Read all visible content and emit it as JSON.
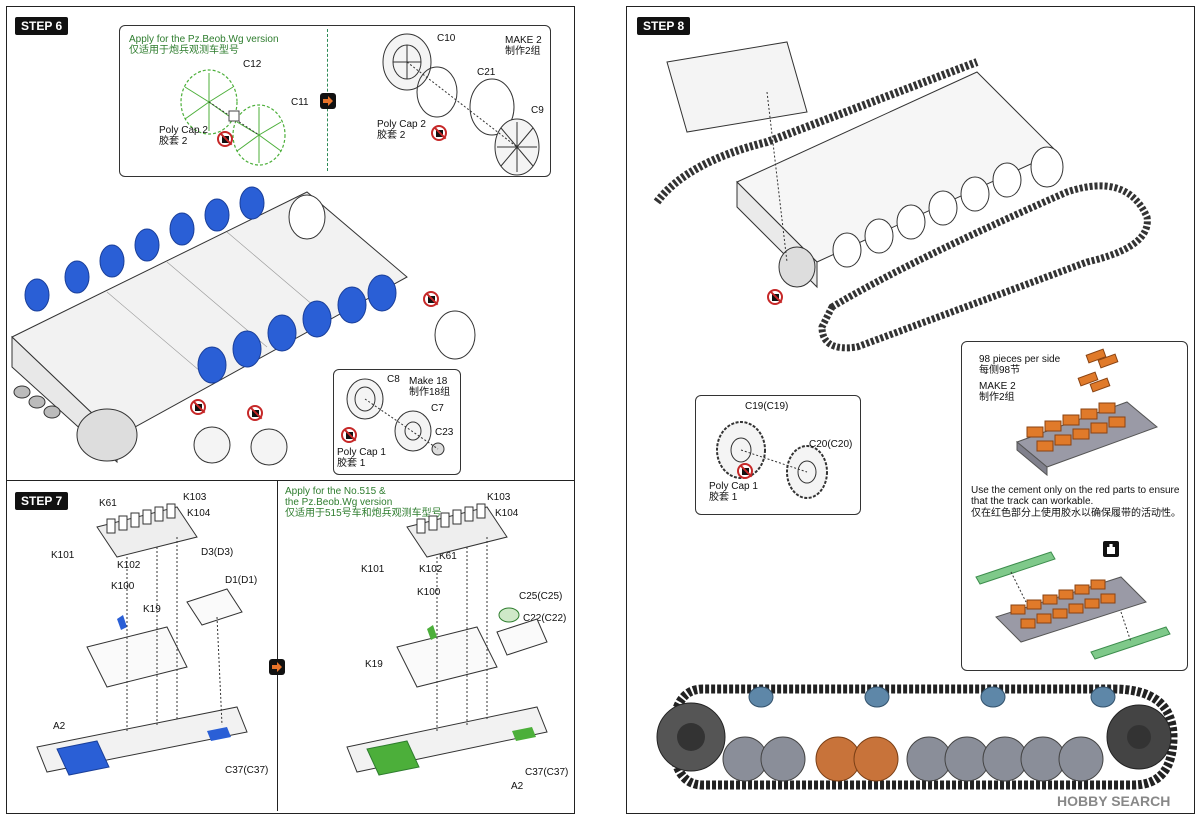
{
  "left_page": {
    "step6": {
      "badge": "STEP 6",
      "variant_note_en": "Apply for the Pz.Beob.Wg version",
      "variant_note_zh": "仅适用于炮兵观测车型号",
      "left_parts": {
        "c12": "C12",
        "c11": "C11",
        "polycap": "Poly Cap 2",
        "polycap_zh": "胶套 2"
      },
      "right_parts": {
        "c10": "C10",
        "make": "MAKE 2",
        "make_zh": "制作2组",
        "c21": "C21",
        "polycap": "Poly Cap 2",
        "polycap_zh": "胶套 2",
        "c9": "C9"
      },
      "road_wheel": {
        "c8": "C8",
        "make": "Make 18",
        "make_zh": "制作18组",
        "c7": "C7",
        "c23": "C23",
        "polycap": "Poly Cap 1",
        "polycap_zh": "胶套 1"
      }
    },
    "step7": {
      "badge": "STEP 7",
      "variant_note_en_1": "Apply for the No.515 &",
      "variant_note_en_2": "the Pz.Beob.Wg version",
      "variant_note_zh": "仅适用于515号车和炮兵观测车型号",
      "left": {
        "k61": "K61",
        "k103": "K103",
        "k104": "K104",
        "k101": "K101",
        "k102": "K102",
        "d3": "D3(D3)",
        "d1": "D1(D1)",
        "k100": "K100",
        "k19": "K19",
        "a2": "A2",
        "c37": "C37(C37)"
      },
      "right": {
        "k103": "K103",
        "k104": "K104",
        "k61": "K61",
        "k101": "K101",
        "k102": "K102",
        "k100": "K100",
        "c25": "C25(C25)",
        "c22": "C22(C22)",
        "k19": "K19",
        "c37": "C37(C37)",
        "a2": "A2"
      }
    }
  },
  "right_page": {
    "step8": {
      "badge": "STEP 8",
      "sprocket": {
        "c19": "C19(C19)",
        "c20": "C20(C20)",
        "polycap": "Poly Cap 1",
        "polycap_zh": "胶套 1"
      },
      "tracks": {
        "pieces": "98 pieces per side",
        "pieces_zh": "每侧98节",
        "make": "MAKE 2",
        "make_zh": "制作2组",
        "note_1": "Use the cement only on the red parts to ensure",
        "note_2": "that the track can workable.",
        "note_zh": "仅在红色部分上使用胶水以确保履带的活动性。"
      }
    }
  },
  "watermark": {
    "brand": "HOBBY SEARCH"
  },
  "colors": {
    "blue_parts": "#2a5fd6",
    "green_parts": "#4caf3a",
    "orange_parts": "#e07a2a",
    "accent": "#e8742a"
  }
}
